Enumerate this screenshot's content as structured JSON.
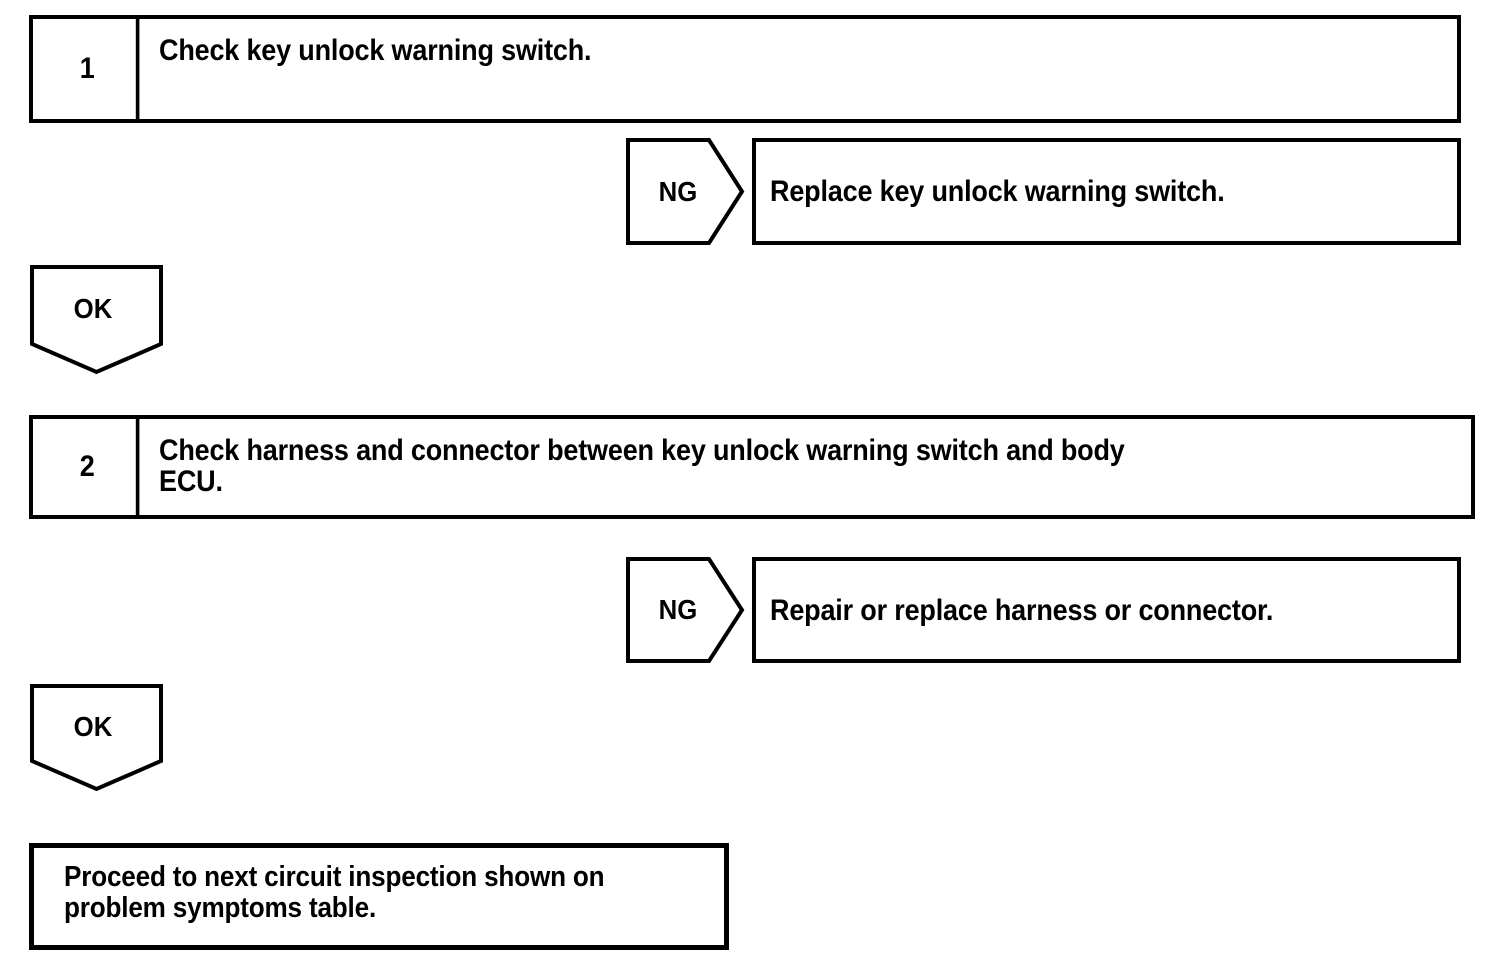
{
  "diagram": {
    "type": "troubleshooting-flowchart",
    "background_color": "#ffffff",
    "line_color": "#000000",
    "text_color": "#000000"
  },
  "steps": [
    {
      "number": "1",
      "text": "Check key unlock warning switch."
    },
    {
      "number": "2",
      "text": "Check harness and connector between key unlock warning switch and body\nECU."
    }
  ],
  "branches": [
    {
      "label": "NG",
      "result": "Replace key unlock warning switch."
    },
    {
      "label": "OK",
      "result": ""
    },
    {
      "label": "NG",
      "result": "Repair or replace harness or connector."
    },
    {
      "label": "OK",
      "result": ""
    }
  ],
  "terminal": {
    "text": "Proceed to next circuit inspection shown on\nproblem symptoms table."
  }
}
